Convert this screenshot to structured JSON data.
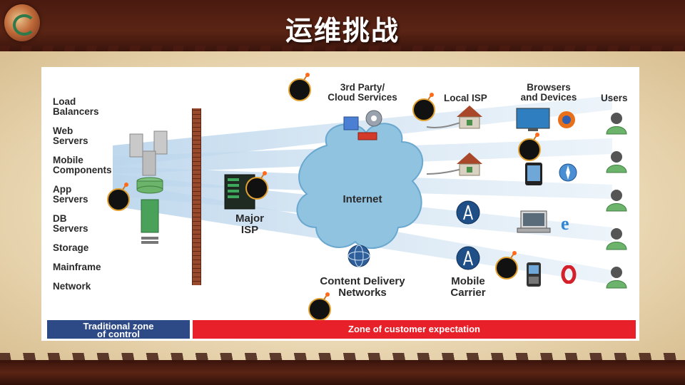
{
  "slide": {
    "title": "运维挑战"
  },
  "diagram": {
    "left_column_labels": [
      {
        "line1": "Load",
        "line2": "Balancers"
      },
      {
        "line1": "Web",
        "line2": "Servers"
      },
      {
        "line1": "Mobile",
        "line2": "Components"
      },
      {
        "line1": "App",
        "line2": "Servers"
      },
      {
        "line1": "DB",
        "line2": "Servers"
      },
      {
        "line1": "Storage",
        "line2": ""
      },
      {
        "line1": "Mainframe",
        "line2": ""
      },
      {
        "line1": "Network",
        "line2": ""
      }
    ],
    "major_isp": {
      "line1": "Major",
      "line2": "ISP"
    },
    "third_party": {
      "line1": "3rd Party/",
      "line2": "Cloud Services"
    },
    "local_isp": "Local ISP",
    "browsers": {
      "line1": "Browsers",
      "line2": "and Devices"
    },
    "users": "Users",
    "internet": "Internet",
    "cdn": {
      "line1": "Content Delivery",
      "line2": "Networks"
    },
    "mobile_carrier": {
      "line1": "Mobile",
      "line2": "Carrier"
    },
    "zone_left": {
      "line1": "Traditional zone",
      "line2": "of control"
    },
    "zone_right": "Zone of customer expectation"
  },
  "colors": {
    "zone_left": "#2e4a86",
    "zone_right": "#e8202a",
    "beam": "#bcd6ec",
    "cloud": "#8fc3e0"
  }
}
